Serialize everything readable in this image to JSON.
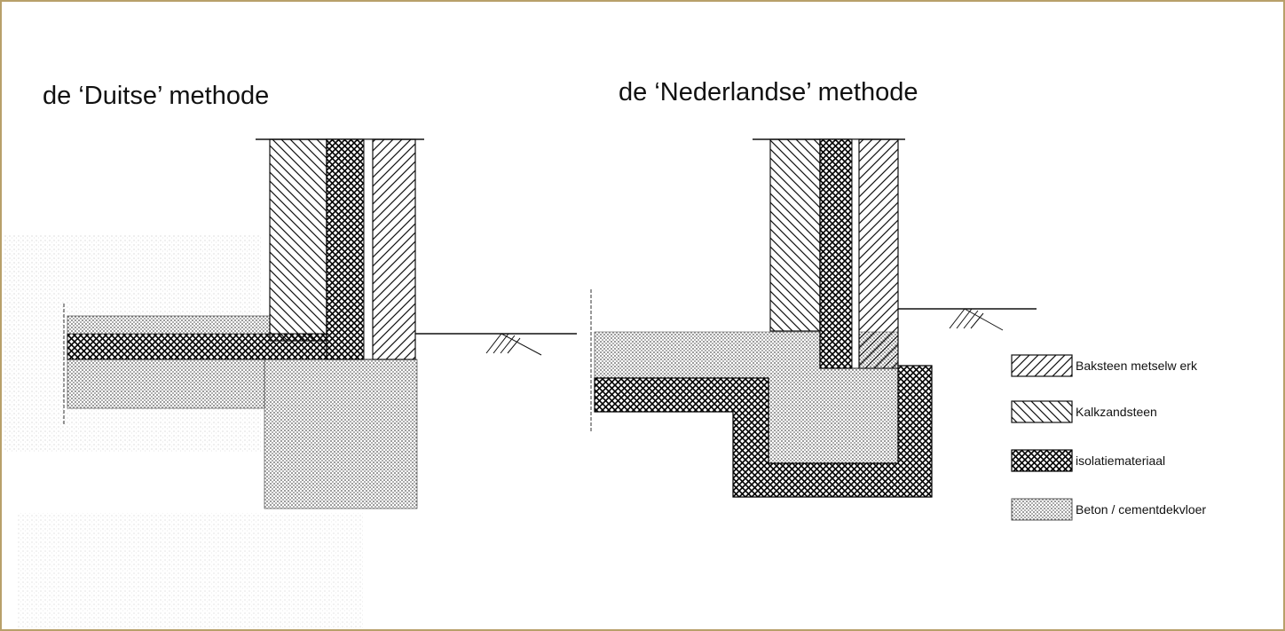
{
  "titles": {
    "german": "de ‘Duitse’ methode",
    "dutch": "de ‘Nederlandse’ methode"
  },
  "legend": [
    {
      "pattern": "hatch-brick",
      "label": "Baksteen metselw erk"
    },
    {
      "pattern": "hatch-sandlime",
      "label": "Kalkzandsteen"
    },
    {
      "pattern": "hatch-insulation",
      "label": "isolatiemateriaal"
    },
    {
      "pattern": "hatch-concrete",
      "label": "Beton / cementdekvloer"
    }
  ],
  "colors": {
    "frame": "#b8a06a",
    "ink": "#111111"
  }
}
